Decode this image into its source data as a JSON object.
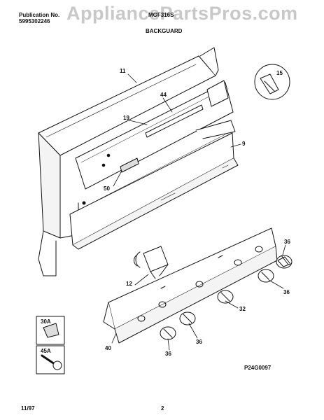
{
  "header": {
    "publication_label": "Publication No.",
    "publication_number": "5995302246",
    "model": "MGF316S",
    "section_title": "BACKGUARD",
    "watermark": "AppliancePartsPros.com"
  },
  "callouts": {
    "c11": "11",
    "c15": "15",
    "c44": "44",
    "c19": "19",
    "c9": "9",
    "c50": "50",
    "c36a": "36",
    "c36b": "36",
    "c12": "12",
    "c32": "32",
    "c36c": "36",
    "c36d": "36",
    "c40": "40",
    "c30a": "30A",
    "c45a": "45A"
  },
  "part_code": "P24G0097",
  "footer": {
    "date": "11/97",
    "page": "2"
  }
}
